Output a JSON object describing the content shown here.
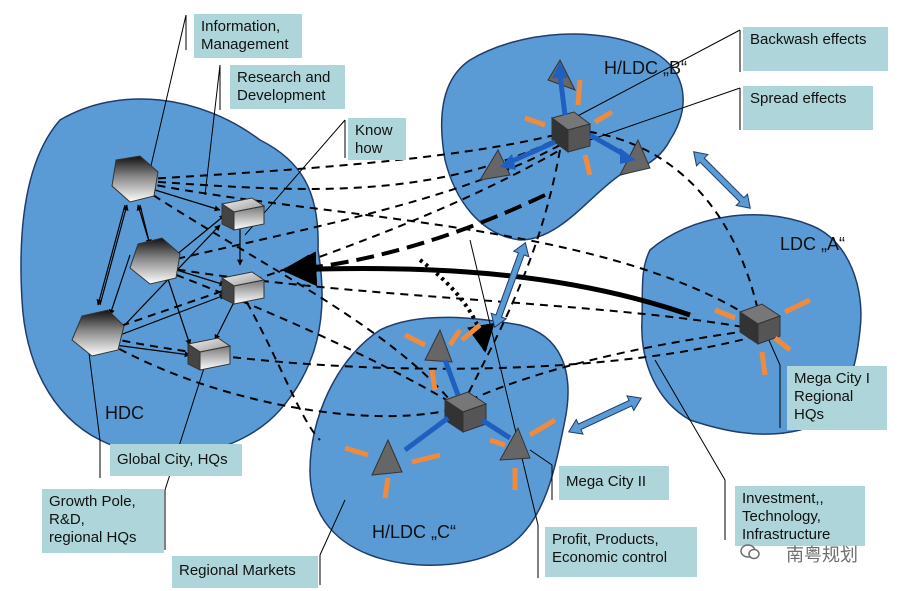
{
  "regions": {
    "hdc": "HDC",
    "ldc_a": "LDC „A“",
    "hldc_b": "H/LDC „B“",
    "hldc_c": "H/LDC „C“"
  },
  "labels": {
    "information_management": "Information,\nManagement",
    "research_development": "Research and\nDevelopment",
    "know_how": "Know\nhow",
    "backwash_effects": "Backwash effects",
    "spread_effects": "Spread effects",
    "mega_city_1": "Mega City I\nRegional\nHQs",
    "global_city": "Global City, HQs",
    "growth_pole": "Growth Pole,\nR&D,\nregional HQs",
    "regional_markets": "Regional Markets",
    "mega_city_2": "Mega City II",
    "profit_products": "Profit, Products,\nEconomic control",
    "investment": "Investment,,\nTechnology,\nInfrastructure"
  },
  "watermark": "南粤规划",
  "colors": {
    "region_fill": "#5b9bd5",
    "label_bg": "#aed6da",
    "orange_arrow": "#f08a3c",
    "blue_arrow": "#1f5fbf",
    "double_arrow": "#5b9bd5"
  }
}
